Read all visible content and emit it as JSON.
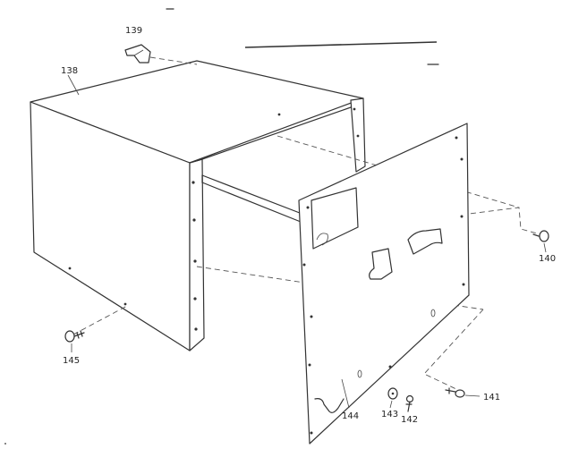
{
  "labels": {
    "p138": "138",
    "p139": "139",
    "p140": "140",
    "p141": "141",
    "p142": "142",
    "p143": "143",
    "p144": "144",
    "p145": "145"
  }
}
